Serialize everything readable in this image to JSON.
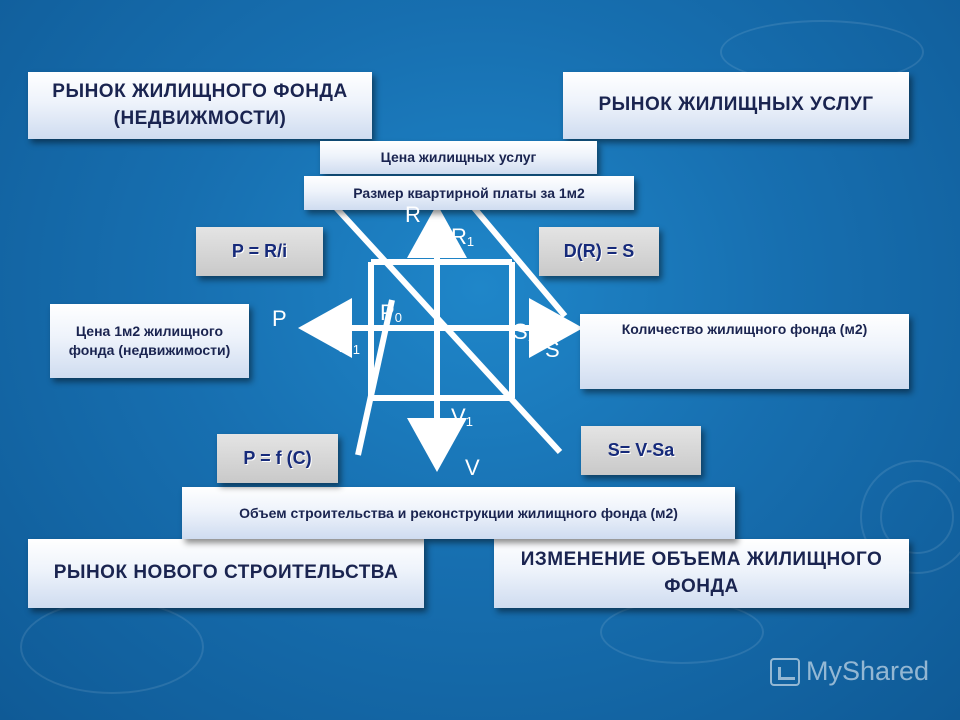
{
  "boxes": {
    "housing_stock_market": "РЫНОК ЖИЛИЩНОГО ФОНДА (НЕДВИЖМОСТИ)",
    "housing_services_market": "РЫНОК ЖИЛИЩНЫХ УСЛУГ",
    "new_construction_market": "РЫНОК НОВОГО СТРОИТЕЛЬСТВА",
    "stock_volume_change": "ИЗМЕНЕНИЕ ОБЪЕМА ЖИЛИЩНОГО ФОНДА",
    "services_price": "Цена жилищных услуг",
    "rent_size": "Размер квартирной платы за 1м2",
    "price_per_m2": "Цена 1м2 жилищного фонда (недвижимости)",
    "stock_quantity": "Количество жилищного фонда (м2)",
    "construction_volume": "Объем строительства и реконструкции жилищного фонда (м2)"
  },
  "formulas": {
    "p_eq_r_over_i": "P = R/i",
    "d_r_eq_s": "D(R) = S",
    "p_eq_f_c": "P = f (C)",
    "s_eq_v_sa": "S= V-Sa"
  },
  "axis_labels": {
    "r": "R",
    "r1_base": "R",
    "r1_sub": "1",
    "p": "P",
    "p0_base": "P",
    "p0_sub": "0",
    "p1_base": "P",
    "p1_sub": "1",
    "s": "S",
    "s1_base": "S",
    "s1_sub": "1",
    "v": "V",
    "v1_base": "V",
    "v1_sub": "1"
  },
  "logo": {
    "text": "MyShared"
  },
  "colors": {
    "background": "#176fb0",
    "lines": "#ffffff",
    "box_text": "#1a2450",
    "formula_text": "#162a7a"
  }
}
